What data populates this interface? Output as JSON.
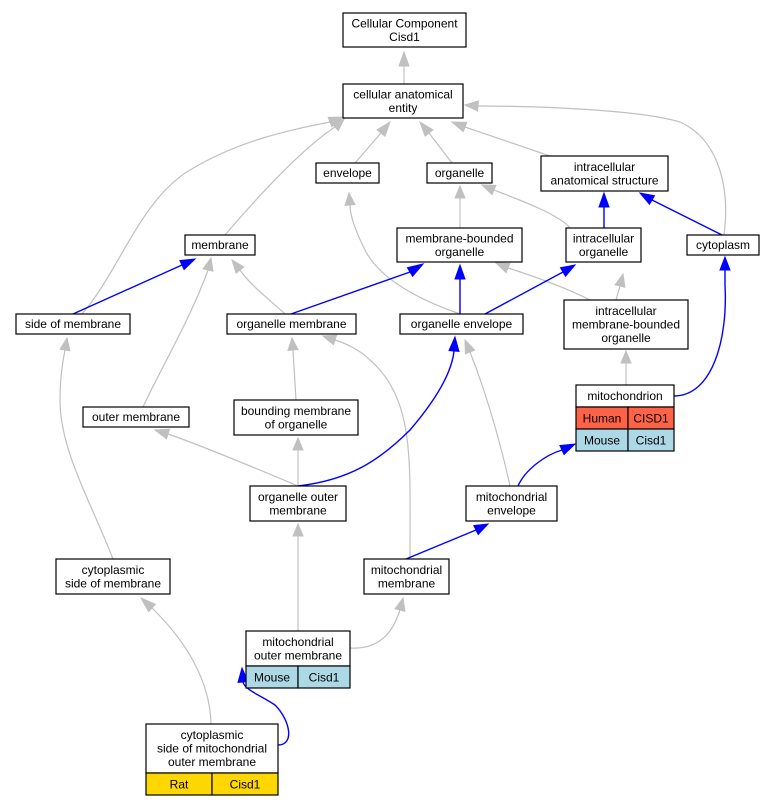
{
  "colors": {
    "is_a_edge": "#c0c0c0",
    "part_of_edge": "#0000ff",
    "human_cell": "#ff6347",
    "mouse_cell": "#add8e6",
    "rat_cell": "#ffd700"
  },
  "nodes": {
    "root": [
      "Cellular Component",
      "Cisd1"
    ],
    "cae": [
      "cellular anatomical",
      "entity"
    ],
    "envelope": [
      "envelope"
    ],
    "organelle": [
      "organelle"
    ],
    "ias": [
      "intracellular",
      "anatomical structure"
    ],
    "membrane": [
      "membrane"
    ],
    "mbo": [
      "membrane-bounded",
      "organelle"
    ],
    "io": [
      "intracellular",
      "organelle"
    ],
    "cytoplasm": [
      "cytoplasm"
    ],
    "som": [
      "side of membrane"
    ],
    "orgmem": [
      "organelle membrane"
    ],
    "orgenv": [
      "organelle envelope"
    ],
    "imbo": [
      "intracellular",
      "membrane-bounded",
      "organelle"
    ],
    "mito": [
      "mitochondrion"
    ],
    "outer": [
      "outer membrane"
    ],
    "bmo": [
      "bounding membrane",
      "of organelle"
    ],
    "oom": [
      "organelle outer",
      "membrane"
    ],
    "menv": [
      "mitochondrial",
      "envelope"
    ],
    "csom": [
      "cytoplasmic",
      "side of membrane"
    ],
    "mm": [
      "mitochondrial",
      "membrane"
    ],
    "mom": [
      "mitochondrial",
      "outer membrane"
    ],
    "csmom": [
      "cytoplasmic",
      "side of mitochondrial",
      "outer membrane"
    ]
  },
  "annotations": {
    "mito": [
      [
        "Human",
        "CISD1"
      ],
      [
        "Mouse",
        "Cisd1"
      ]
    ],
    "mom": [
      [
        "Mouse",
        "Cisd1"
      ]
    ],
    "csmom": [
      [
        "Rat",
        "Cisd1"
      ]
    ]
  }
}
